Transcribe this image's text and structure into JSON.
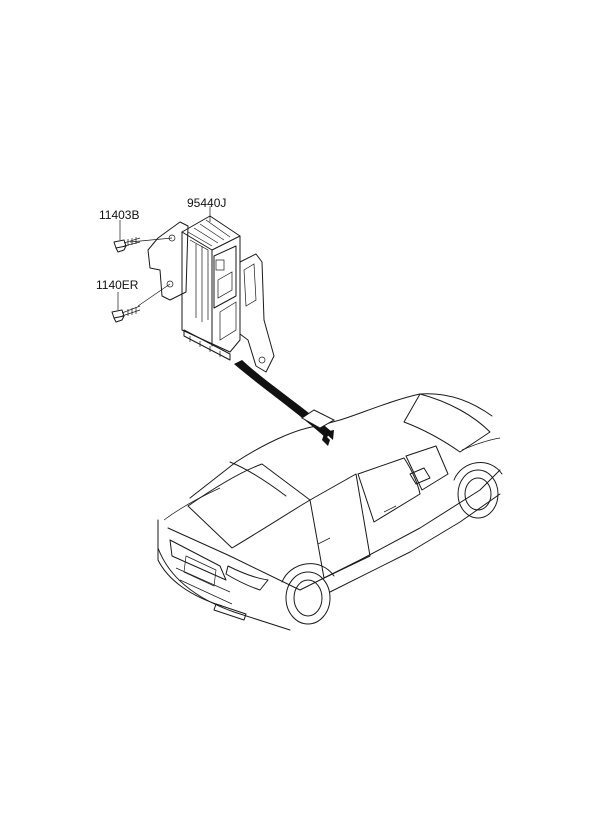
{
  "diagram": {
    "callouts": [
      {
        "part_number": "95440J"
      },
      {
        "part_number": "11403B"
      },
      {
        "part_number": "1140ER"
      }
    ]
  },
  "colors": {
    "line": "#1a1a1a",
    "background": "#ffffff"
  }
}
